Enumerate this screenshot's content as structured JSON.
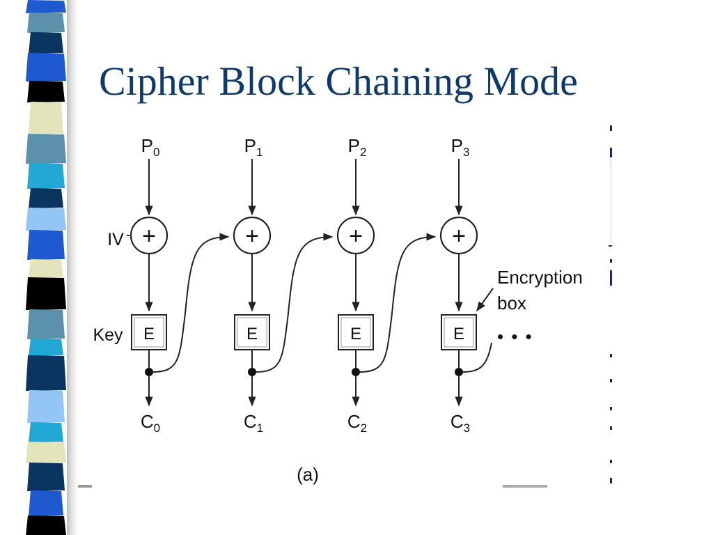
{
  "slide": {
    "title": "Cipher Block Chaining Mode"
  },
  "diagram": {
    "iv_label": "IV",
    "key_label": "Key",
    "xor_symbol": "+",
    "block_label": "E",
    "encryption_box_label": [
      "Encryption",
      "box"
    ],
    "continuation": "• • •",
    "caption": "(a)",
    "plaintext_blocks": [
      {
        "letter": "P",
        "index": "0"
      },
      {
        "letter": "P",
        "index": "1"
      },
      {
        "letter": "P",
        "index": "2"
      },
      {
        "letter": "P",
        "index": "3"
      }
    ],
    "ciphertext_blocks": [
      {
        "letter": "C",
        "index": "0"
      },
      {
        "letter": "C",
        "index": "1"
      },
      {
        "letter": "C",
        "index": "2"
      },
      {
        "letter": "C",
        "index": "3"
      }
    ]
  },
  "theme": {
    "title_color": "#0d3a6b",
    "sidebar_colors": [
      "#0a3560",
      "#3b6fd6",
      "#5b91aa",
      "#000000",
      "#e3e4bc",
      "#22a8d4",
      "#93c6f4",
      "#1f59d0"
    ]
  }
}
